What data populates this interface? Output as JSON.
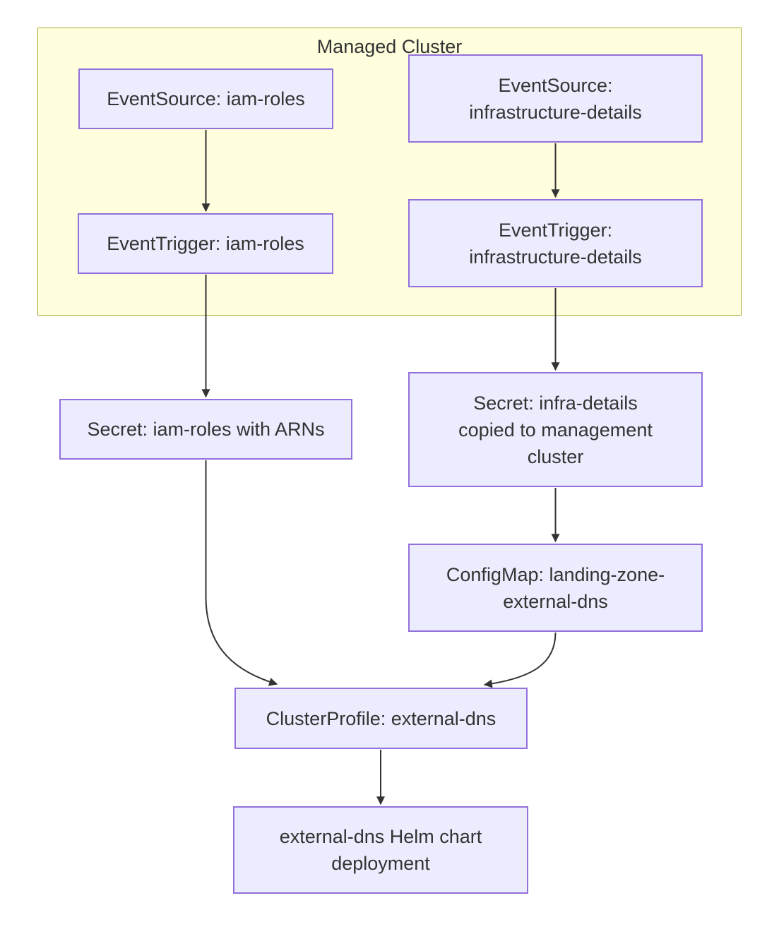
{
  "diagram": {
    "cluster": {
      "title": "Managed Cluster"
    },
    "nodes": {
      "es_iam": {
        "label": "EventSource: iam-roles"
      },
      "es_infra": {
        "label": "EventSource:\ninfrastructure-details"
      },
      "et_iam": {
        "label": "EventTrigger: iam-roles"
      },
      "et_infra": {
        "label": "EventTrigger:\ninfrastructure-details"
      },
      "secret_iam": {
        "label": "Secret: iam-roles with ARNs"
      },
      "secret_infra": {
        "label": "Secret: infra-details\ncopied to management\ncluster"
      },
      "configmap": {
        "label": "ConfigMap: landing-zone-\nexternal-dns"
      },
      "clusterprofile": {
        "label": "ClusterProfile: external-dns"
      },
      "helm": {
        "label": "external-dns Helm chart\ndeployment"
      }
    },
    "edges": [
      {
        "from": "es_iam",
        "to": "et_iam"
      },
      {
        "from": "es_infra",
        "to": "et_infra"
      },
      {
        "from": "et_iam",
        "to": "secret_iam"
      },
      {
        "from": "et_infra",
        "to": "secret_infra"
      },
      {
        "from": "secret_iam",
        "to": "clusterprofile"
      },
      {
        "from": "secret_infra",
        "to": "configmap"
      },
      {
        "from": "configmap",
        "to": "clusterprofile"
      },
      {
        "from": "clusterprofile",
        "to": "helm"
      }
    ],
    "colors": {
      "node_fill": "#ECECFF",
      "node_border": "#9370DB",
      "cluster_fill": "#FFFFDE",
      "cluster_border": "#AAAA33",
      "edge": "#333333",
      "text": "#333333"
    }
  }
}
